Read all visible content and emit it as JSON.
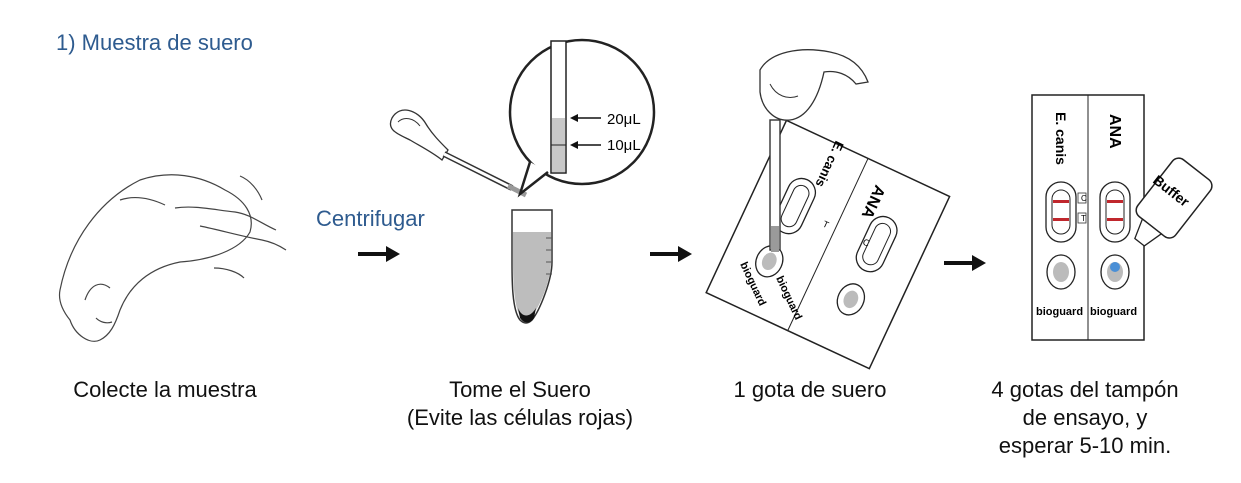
{
  "title": "1) Muestra de suero",
  "centrifuge_label": "Centrifugar",
  "steps": [
    {
      "caption_lines": [
        "Colecte la muestra"
      ]
    },
    {
      "caption_lines": [
        "Tome el Suero",
        "(Evite las células rojas)"
      ]
    },
    {
      "caption_lines": [
        "1 gota de suero"
      ]
    },
    {
      "caption_lines": [
        "4 gotas del tampón",
        "de ensayo, y",
        "esperar 5-10 min."
      ]
    }
  ],
  "volume_marks": [
    "20μL",
    "10μL"
  ],
  "cassette": {
    "brand": "bioguard",
    "tests": [
      "E. canis",
      "ANA"
    ],
    "control_mark": "C",
    "test_mark": "T"
  },
  "buffer_label": "Buffer",
  "colors": {
    "title_blue": "#2e5b8f",
    "band_red": "#c0272d",
    "drop_blue": "#4a8fd6"
  }
}
